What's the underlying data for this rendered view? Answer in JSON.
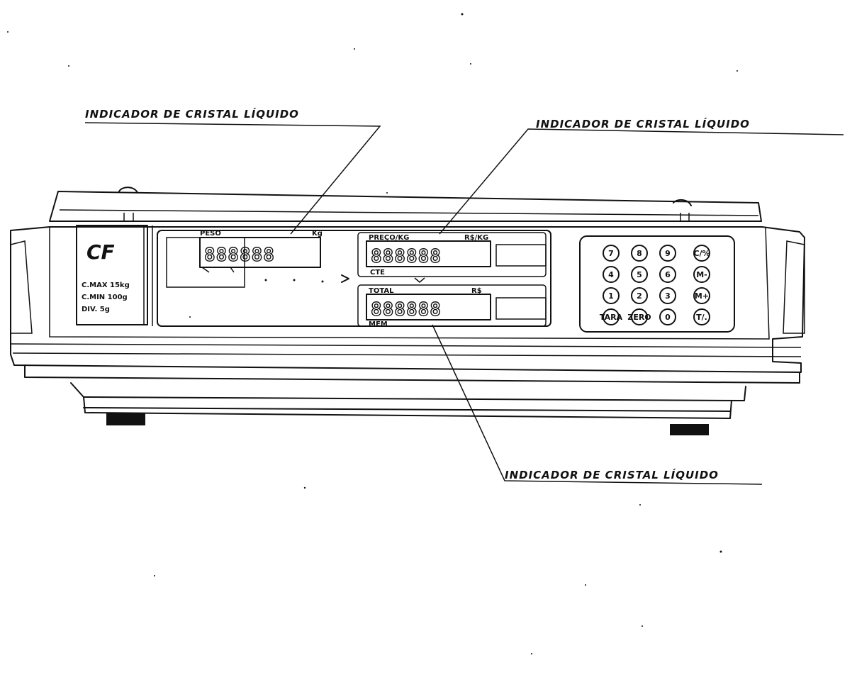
{
  "callouts": [
    {
      "text": "INDICADOR DE CRISTAL LÍQUIDO"
    },
    {
      "text": "INDICADOR DE CRISTAL LÍQUIDO"
    },
    {
      "text": "INDICADOR DE CRISTAL LÍQUIDO"
    }
  ],
  "brand_logo": "CF",
  "spec_plate": [
    "C.MAX 15kg",
    "C.MIN 100g",
    "DIV. 5g"
  ],
  "weight_display": {
    "label": "PESO",
    "unit": "Kg",
    "digits": "888888"
  },
  "price_display": {
    "label": "PREÇO/KG",
    "unit": "R$/KG",
    "digits": "888888",
    "sub_label": "CTE"
  },
  "total_display": {
    "label": "TOTAL",
    "unit": "R$",
    "digits": "888888",
    "sub_label": "MEM"
  },
  "keypad": [
    [
      "7",
      "8",
      "9",
      "C/%"
    ],
    [
      "4",
      "5",
      "6",
      "M-"
    ],
    [
      "1",
      "2",
      "3",
      "M+"
    ],
    [
      "TARA",
      "ZERO",
      "0",
      "T/."
    ]
  ]
}
